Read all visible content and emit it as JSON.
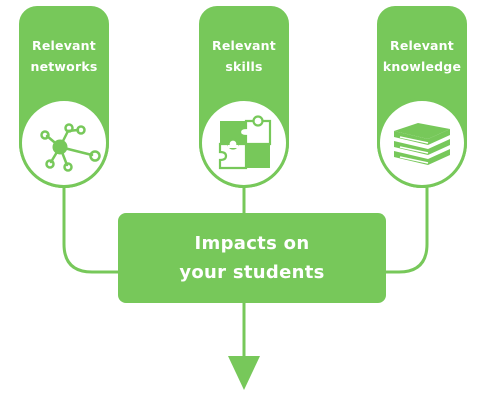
{
  "colors": {
    "accent": "#77c85a",
    "background": "#ffffff"
  },
  "cards": [
    {
      "line1": "Relevant",
      "line2": "networks",
      "icon": "network-icon"
    },
    {
      "line1": "Relevant",
      "line2": "skills",
      "icon": "puzzle-icon"
    },
    {
      "line1": "Relevant",
      "line2": "knowledge",
      "icon": "books-icon"
    }
  ],
  "impact": {
    "line1": "Impacts on",
    "line2": "your students"
  },
  "arrow": {
    "icon": "arrow-down-icon"
  }
}
